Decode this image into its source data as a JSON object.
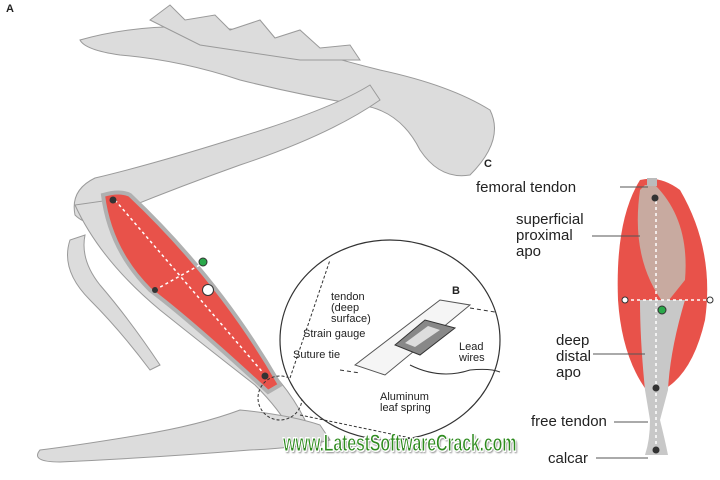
{
  "panels": {
    "a": "A",
    "b": "B",
    "c": "C"
  },
  "panel_b": {
    "tendon": "tendon\n(deep\nsurface)",
    "strain_gauge": "Strain gauge",
    "suture_tie": "Suture tie",
    "lead_wires": "Lead\nwires",
    "aluminum": "Aluminum\nleaf spring"
  },
  "panel_c": {
    "femoral_tendon": "femoral tendon",
    "superficial": "superficial\nproximal\napo",
    "deep": "deep\ndistal\napo",
    "free_tendon": "free tendon",
    "calcar": "calcar"
  },
  "watermark": "www.LatestSoftwareCrack.com",
  "colors": {
    "muscle": "#e8524a",
    "bone": "#d9d9d9",
    "marker_green": "#2aa84a"
  }
}
